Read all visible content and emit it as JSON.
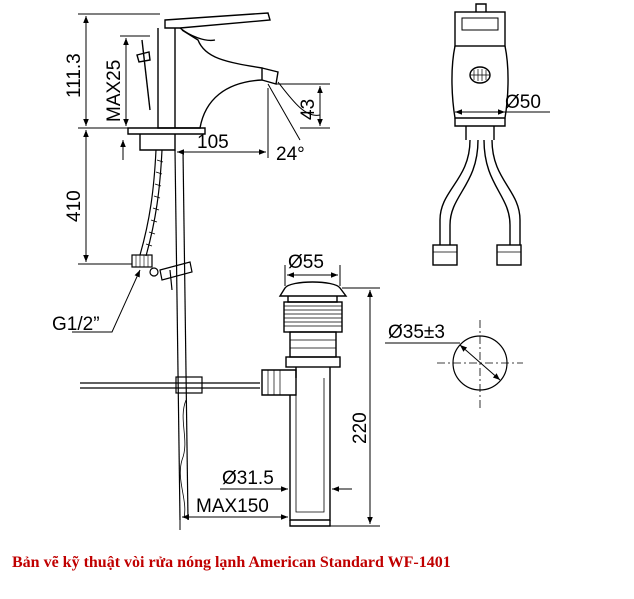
{
  "caption": "Bản vẽ kỹ thuật vòi rửa nóng lạnh American Standard WF-1401",
  "dimensions": {
    "height_faucet": "111.3",
    "handle_travel": "MAX25",
    "height_spout": "43",
    "spout_reach": "105",
    "spout_angle": "24°",
    "hose_length": "410",
    "thread": "G1/2”",
    "body_diameter": "Ø50",
    "drain_cap_diameter": "Ø55",
    "hole_diameter": "Ø35±3",
    "trap_height": "220",
    "pipe_diameter": "Ø31.5",
    "max_offset": "MAX150"
  },
  "colors": {
    "line": "#000000",
    "caption": "#c00000"
  }
}
